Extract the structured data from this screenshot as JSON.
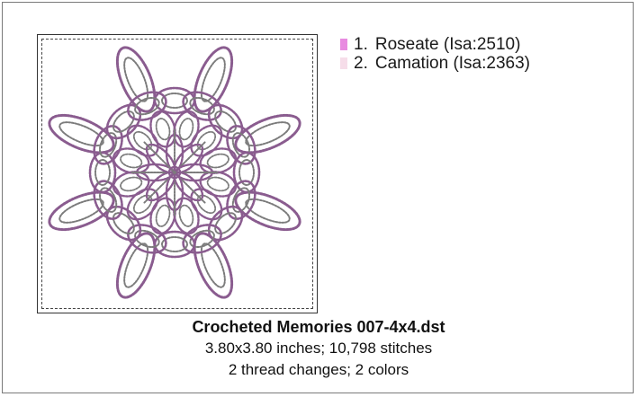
{
  "design": {
    "title": "Crocheted Memories 007-4x4.dst",
    "size_stitches": "3.80x3.80 inches; 10,798 stitches",
    "changes_colors": "2 thread changes; 2 colors"
  },
  "threads": [
    {
      "number": "1.",
      "name": "Roseate (Isa:2510)",
      "color": "#e88be0"
    },
    {
      "number": "2.",
      "name": "Camation (Isa:2363)",
      "color": "#f6dde9"
    }
  ],
  "stitch_colors": {
    "purple": "#8a5c8f",
    "gray": "#7c7c7c"
  }
}
